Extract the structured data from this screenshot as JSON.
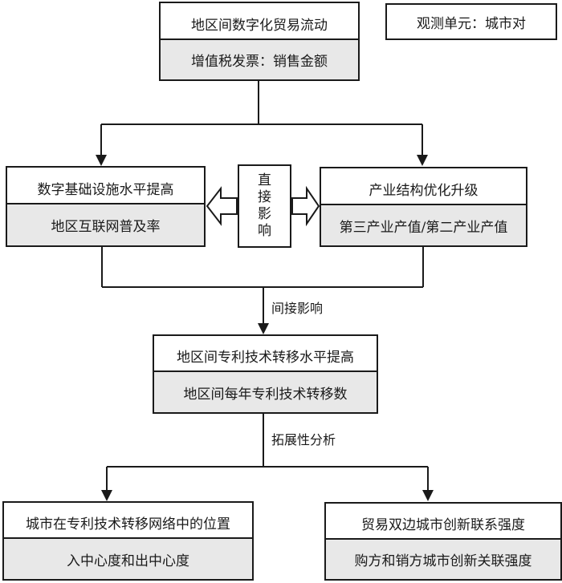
{
  "observation_unit": "观测单元：城市对",
  "nodes": {
    "trade_flow": {
      "title": "地区间数字化贸易流动",
      "measure": "增值税发票：销售金额"
    },
    "digital_infra": {
      "title": "数字基础设施水平提高",
      "measure": "地区互联网普及率"
    },
    "industry_upgrade": {
      "title": "产业结构优化升级",
      "measure": "第三产业产值/第二产业产值"
    },
    "patent_transfer": {
      "title": "地区间专利技术转移水平提高",
      "measure": "地区间每年专利技术转移数"
    },
    "network_position": {
      "title": "城市在专利技术转移网络中的位置",
      "measure": "入中心度和出中心度"
    },
    "innovation_link": {
      "title": "贸易双边城市创新联系强度",
      "measure": "购方和销方城市创新关联强度"
    }
  },
  "direct_effect": {
    "chars": [
      "直",
      "接",
      "影",
      "响"
    ]
  },
  "edge_labels": {
    "indirect": "间接影响",
    "extension": "拓展性分析"
  }
}
